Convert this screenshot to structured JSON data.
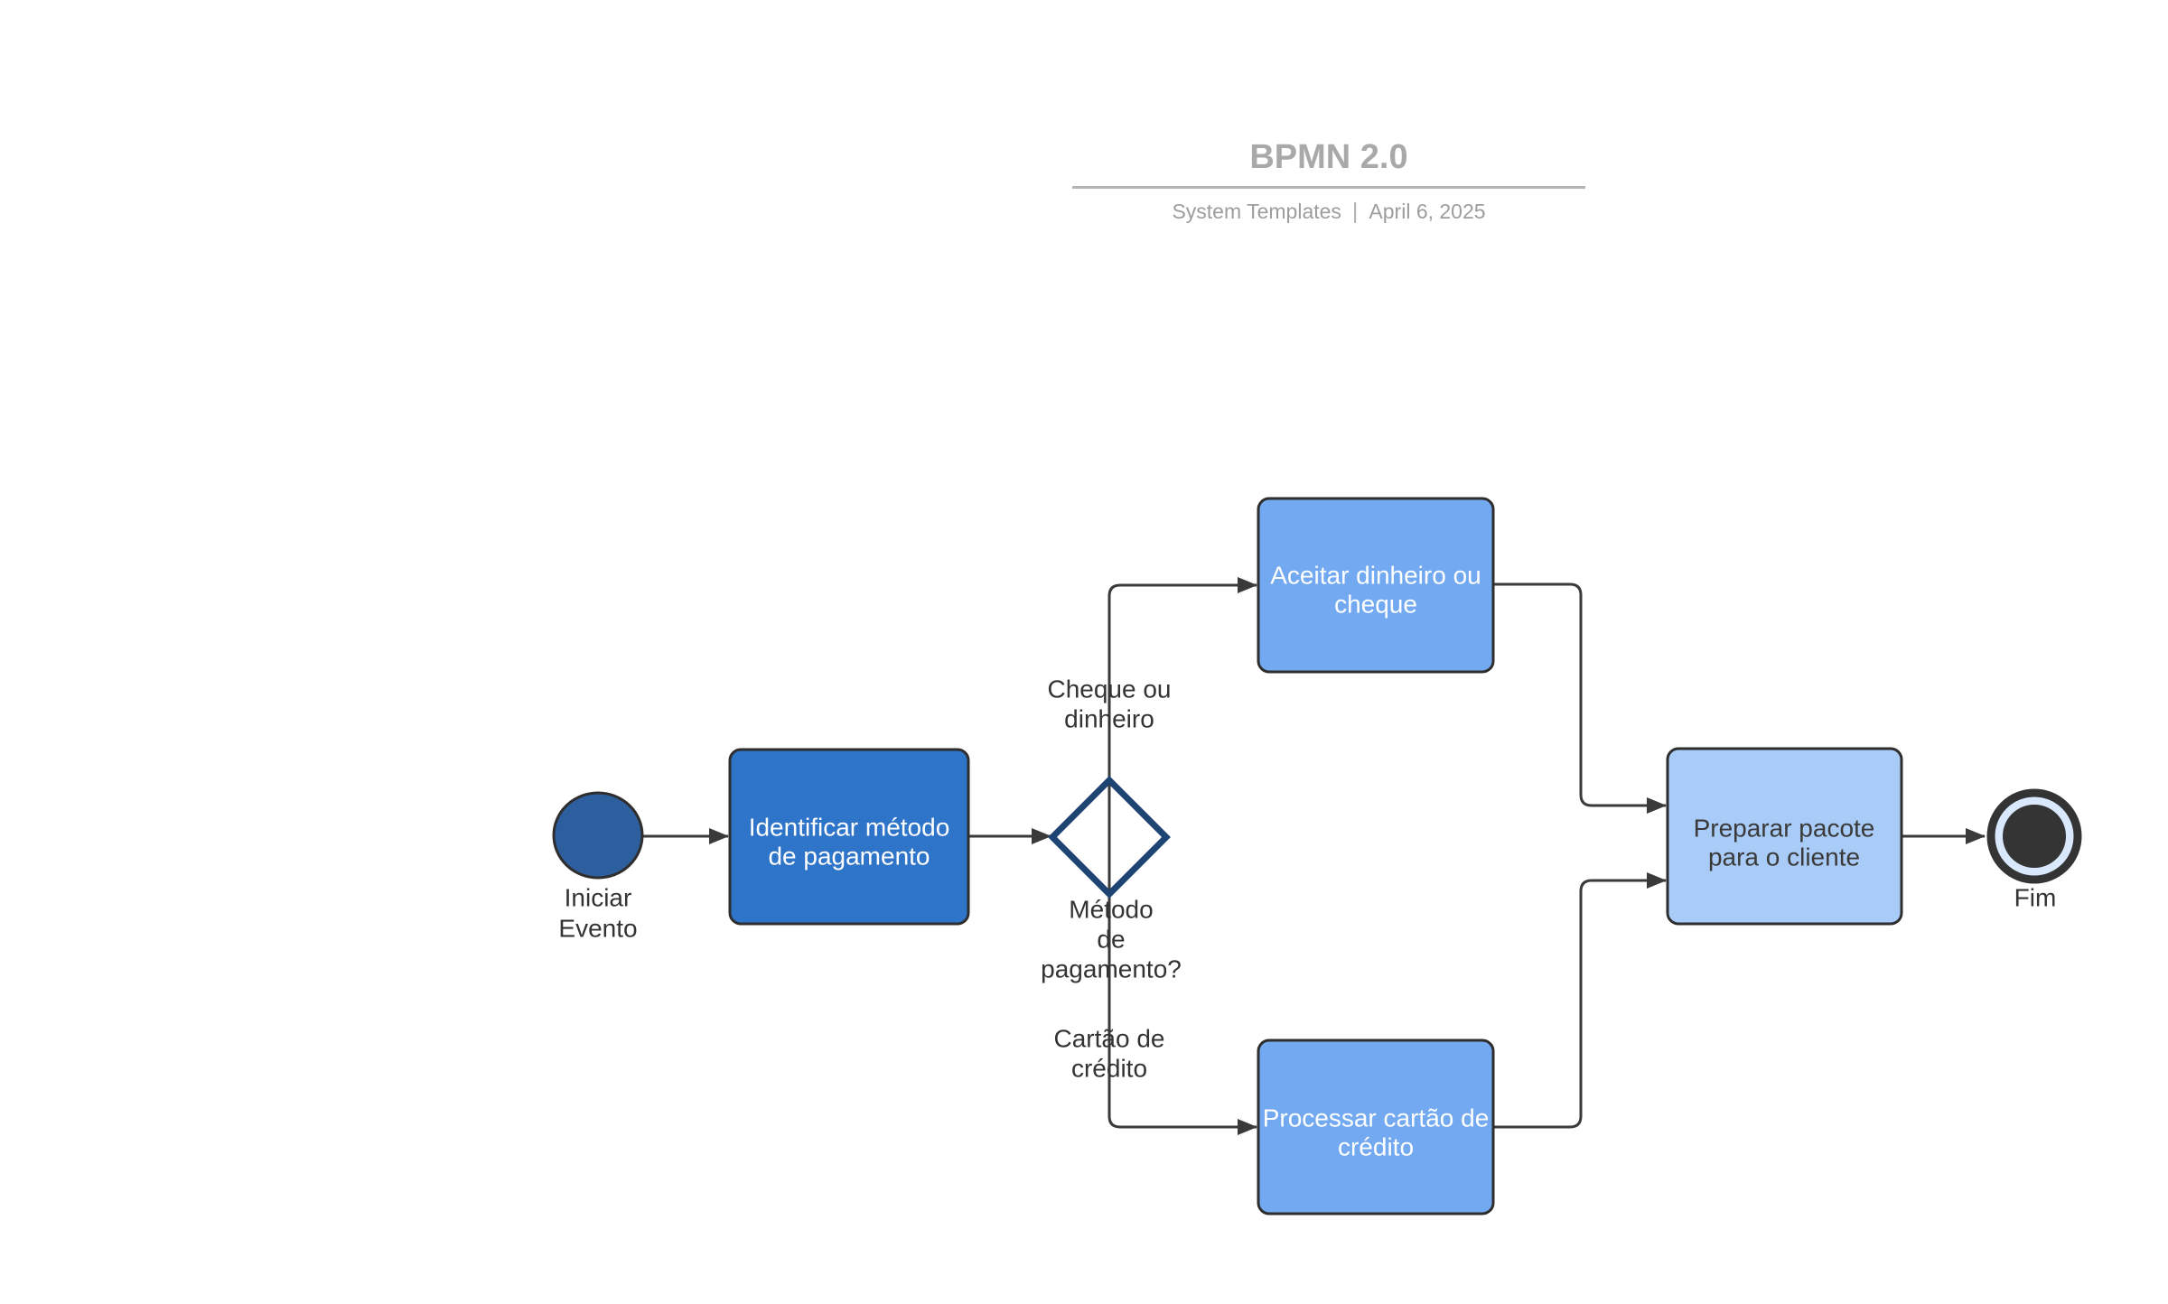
{
  "header": {
    "title": "BPMN 2.0",
    "source": "System Templates",
    "separator": "|",
    "date": "April 6, 2025"
  },
  "diagram": {
    "start_event": {
      "line1": "Iniciar",
      "line2": "Evento"
    },
    "task_identify": {
      "line1": "Identificar método",
      "line2": "de pagamento"
    },
    "gateway": {
      "line1": "Método",
      "line2": "de",
      "line3": "pagamento?"
    },
    "edge_top_label": {
      "line1": "Cheque ou",
      "line2": "dinheiro"
    },
    "edge_bottom_label": {
      "line1": "Cartão de",
      "line2": "crédito"
    },
    "task_accept": {
      "line1": "Aceitar dinheiro ou",
      "line2": "cheque"
    },
    "task_process": {
      "line1": "Processar cartão de",
      "line2": "crédito"
    },
    "task_prepare": {
      "line1": "Preparar pacote",
      "line2": "para o cliente"
    },
    "end_event": {
      "label": "Fim"
    }
  },
  "colors": {
    "start_event_fill": "#2d5e9e",
    "task_identify_fill": "#2e74c9",
    "branch_task_fill": "#72a9f1",
    "prepare_task_fill": "#a9cbf7",
    "end_event_ring_fill": "#d9e8fd",
    "end_event_core": "#343434",
    "node_border": "#2e2e2e",
    "gateway_border": "#1d4473",
    "connector": "#3a3a3a",
    "node_text": "#ffffff",
    "label_text": "#333333",
    "title_gray": "#a9a9a9",
    "subtitle_gray": "#9d9d9d",
    "rule_gray": "#b5b5b5"
  }
}
